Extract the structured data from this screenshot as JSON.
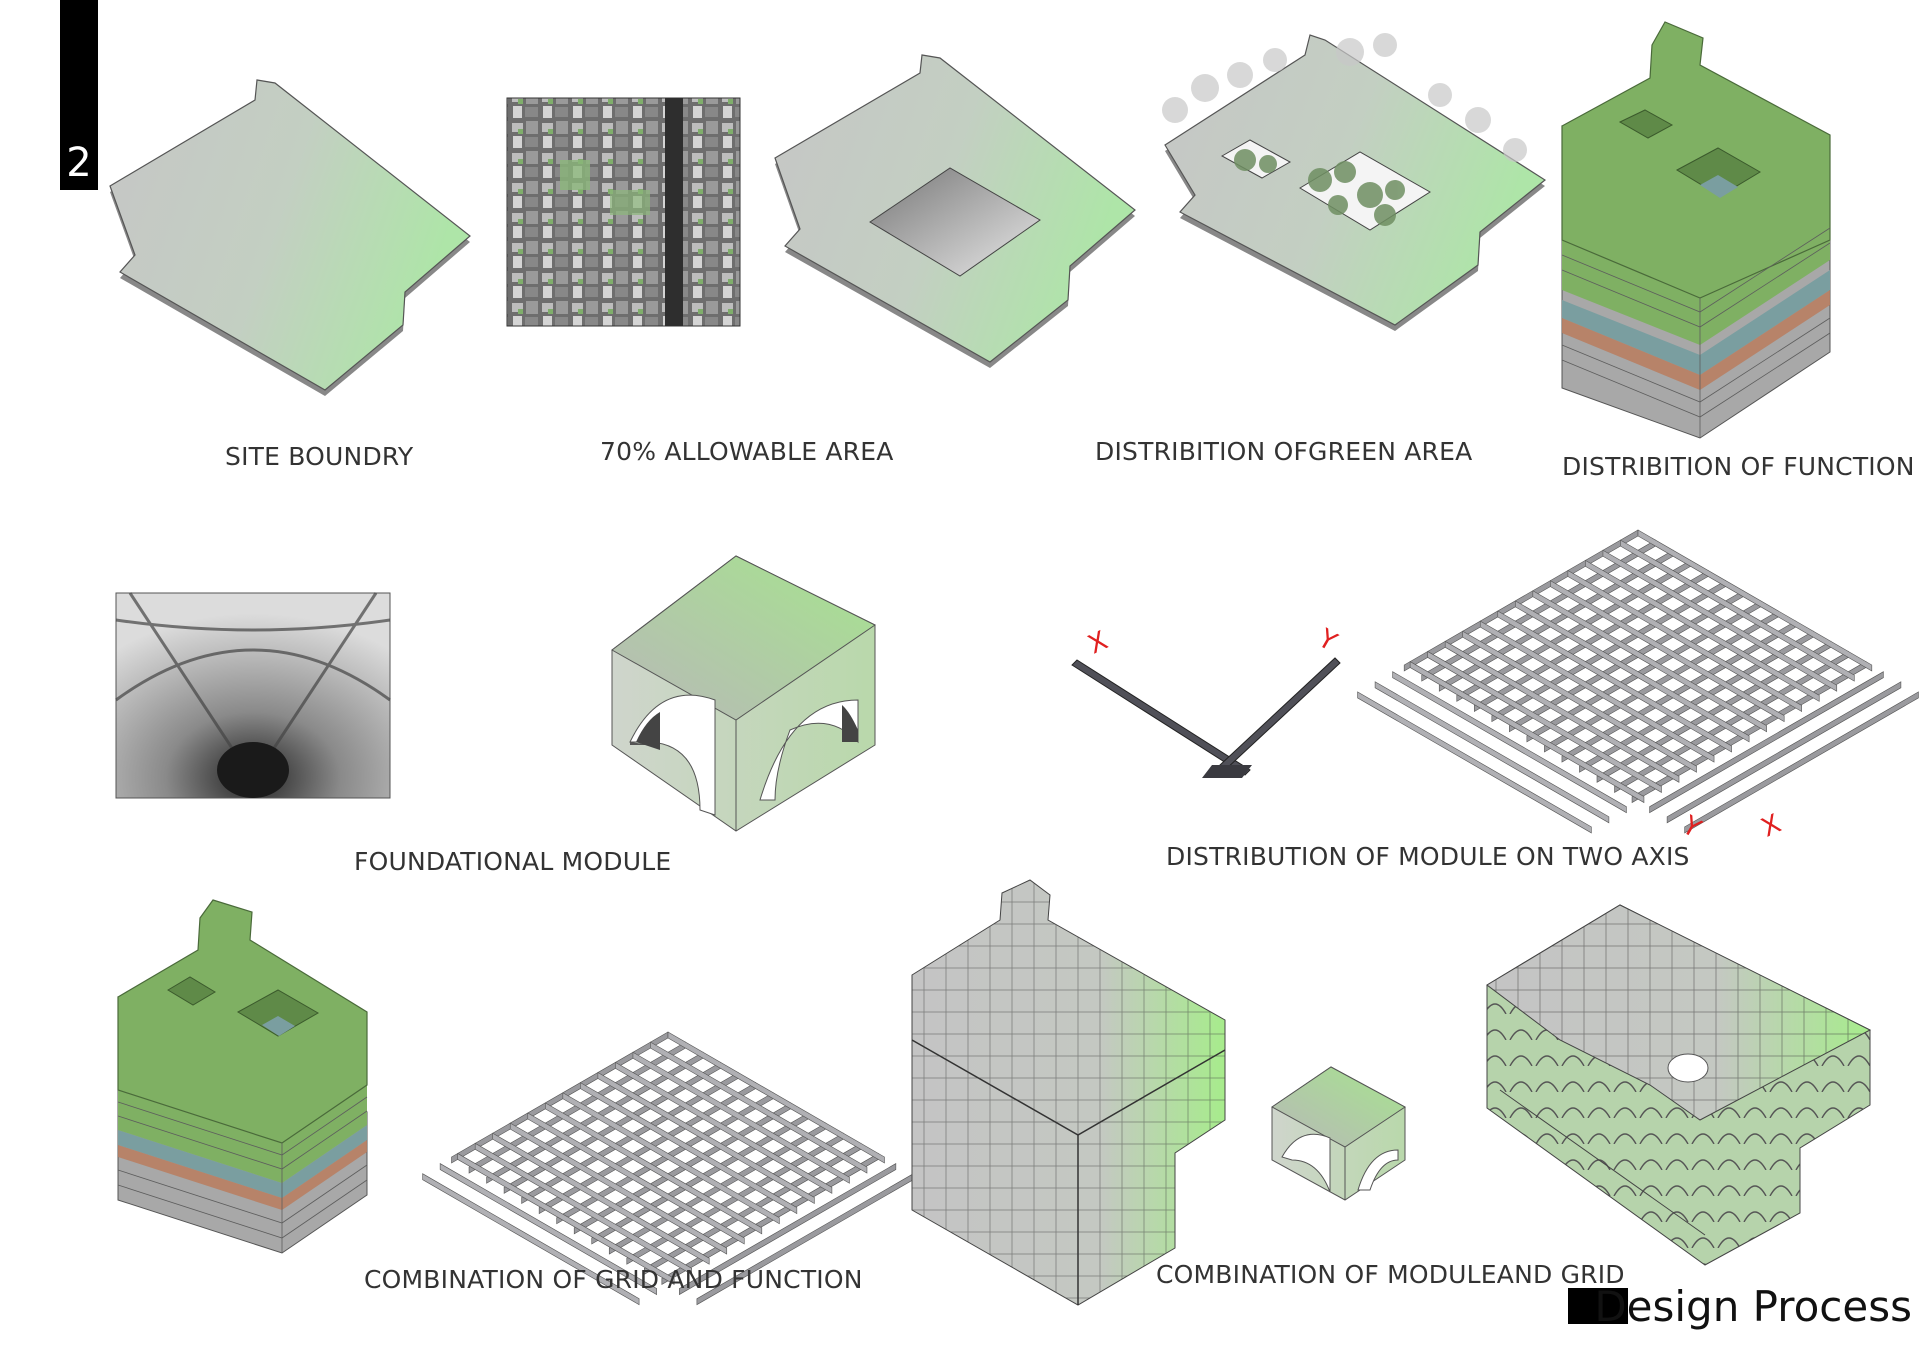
{
  "page_number": "2",
  "footer_title": "Design Process",
  "captions": {
    "site_boundary": "SITE BOUNDRY",
    "allowable_area": "70%  ALLOWABLE AREA",
    "green_area": "DISTRIBITION OFGREEN AREA",
    "function": "DISTRIBITION OF FUNCTION",
    "foundational_module": "FOUNDATIONAL MODULE",
    "two_axis": "DISTRIBUTION OF MODULE ON TWO AXIS",
    "grid_function": "COMBINATION OF GRID  AND FUNCTION",
    "module_grid": "COMBINATION OF MODULEAND GRID"
  },
  "axis_labels": {
    "x": "X",
    "y": "Y"
  },
  "colors": {
    "slab_gray": "#c8c8c8",
    "slab_green": "#b5e6b0",
    "roof_green": "#7fb063",
    "layer_orange": "#b87e62",
    "layer_teal": "#7a9ea0",
    "layer_gray": "#a8a8a8",
    "grid_beam": "#9a9a9e",
    "axis_red": "#e02020"
  }
}
